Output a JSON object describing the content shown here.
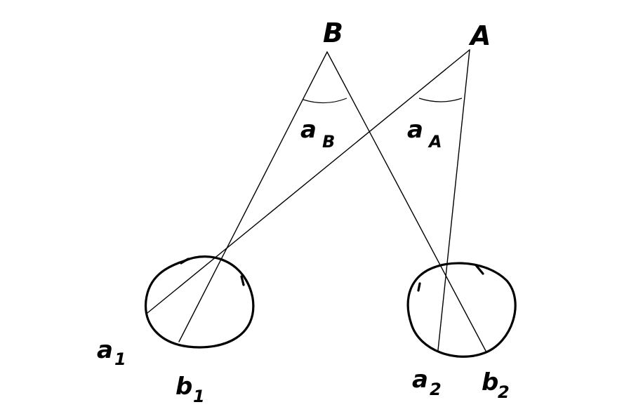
{
  "labels": {
    "point_b": "B",
    "point_a": "A",
    "angle_b_main": "a",
    "angle_b_sub": "B",
    "angle_a_main": "a",
    "angle_a_sub": "A",
    "a1_main": "a",
    "a1_sub": "1",
    "b1_main": "b",
    "b1_sub": "1",
    "a2_main": "a",
    "a2_sub": "2",
    "b2_main": "b",
    "b2_sub": "2"
  }
}
